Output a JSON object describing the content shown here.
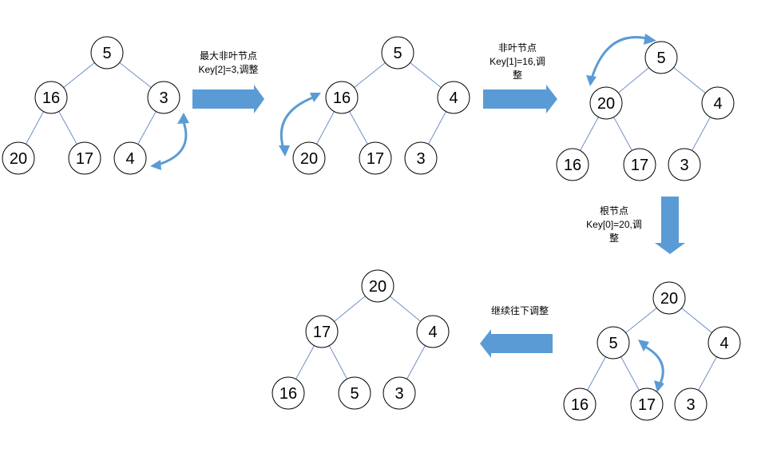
{
  "steps": [
    {
      "caption_line1": "最大非叶节点",
      "caption_line2": "Key[2]=3,调整",
      "caption_line3": ""
    },
    {
      "caption_line1": "非叶节点",
      "caption_line2": "Key[1]=16,调",
      "caption_line3": "整"
    },
    {
      "caption_line1": "根节点",
      "caption_line2": "Key[0]=20,调",
      "caption_line3": "整"
    },
    {
      "caption_line1": "继续往下调整",
      "caption_line2": "",
      "caption_line3": ""
    }
  ],
  "trees": [
    {
      "nodes": [
        "5",
        "16",
        "3",
        "20",
        "17",
        "4"
      ]
    },
    {
      "nodes": [
        "5",
        "16",
        "4",
        "20",
        "17",
        "3"
      ]
    },
    {
      "nodes": [
        "5",
        "20",
        "4",
        "16",
        "17",
        "3"
      ]
    },
    {
      "nodes": [
        "20",
        "5",
        "4",
        "16",
        "17",
        "3"
      ]
    },
    {
      "nodes": [
        "20",
        "17",
        "4",
        "16",
        "5",
        "3"
      ]
    }
  ],
  "colors": {
    "arrow": "#5b9bd5",
    "edge": "#6f8fc7",
    "node_stroke": "#000000"
  }
}
